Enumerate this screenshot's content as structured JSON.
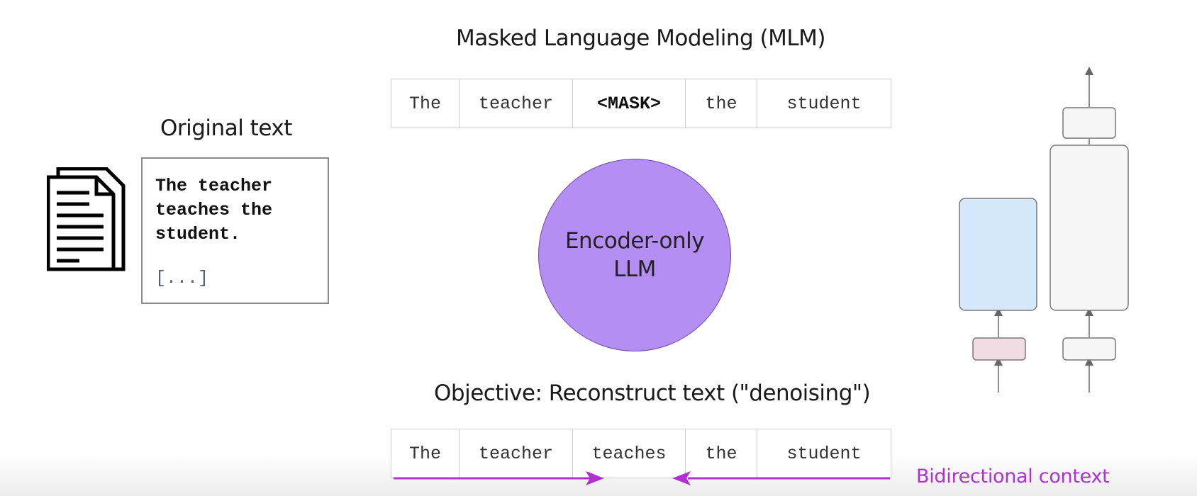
{
  "title": "Masked Language Modeling (MLM)",
  "masked_tokens": [
    "The",
    "teacher",
    "<MASK>",
    "the",
    "student"
  ],
  "original_text": {
    "heading": "Original text",
    "lines": [
      "The teacher",
      "teaches the",
      "student."
    ],
    "ellipsis": "[...]"
  },
  "model": {
    "line1": "Encoder-only",
    "line2": "LLM",
    "color": "#b48ef2"
  },
  "objective": "Objective: Reconstruct text (\"denoising\")",
  "reconstructed_tokens": [
    "The",
    "teacher",
    "teaches",
    "the",
    "student"
  ],
  "bidirectional_label": "Bidirectional context",
  "colors": {
    "arrow": "#b12fd3",
    "encoder_block": "#d6e8fb",
    "embedding_block": "#f0dde3",
    "decoder_block": "#f6f6f6"
  },
  "icons": {
    "documents": "document-stack-icon"
  }
}
